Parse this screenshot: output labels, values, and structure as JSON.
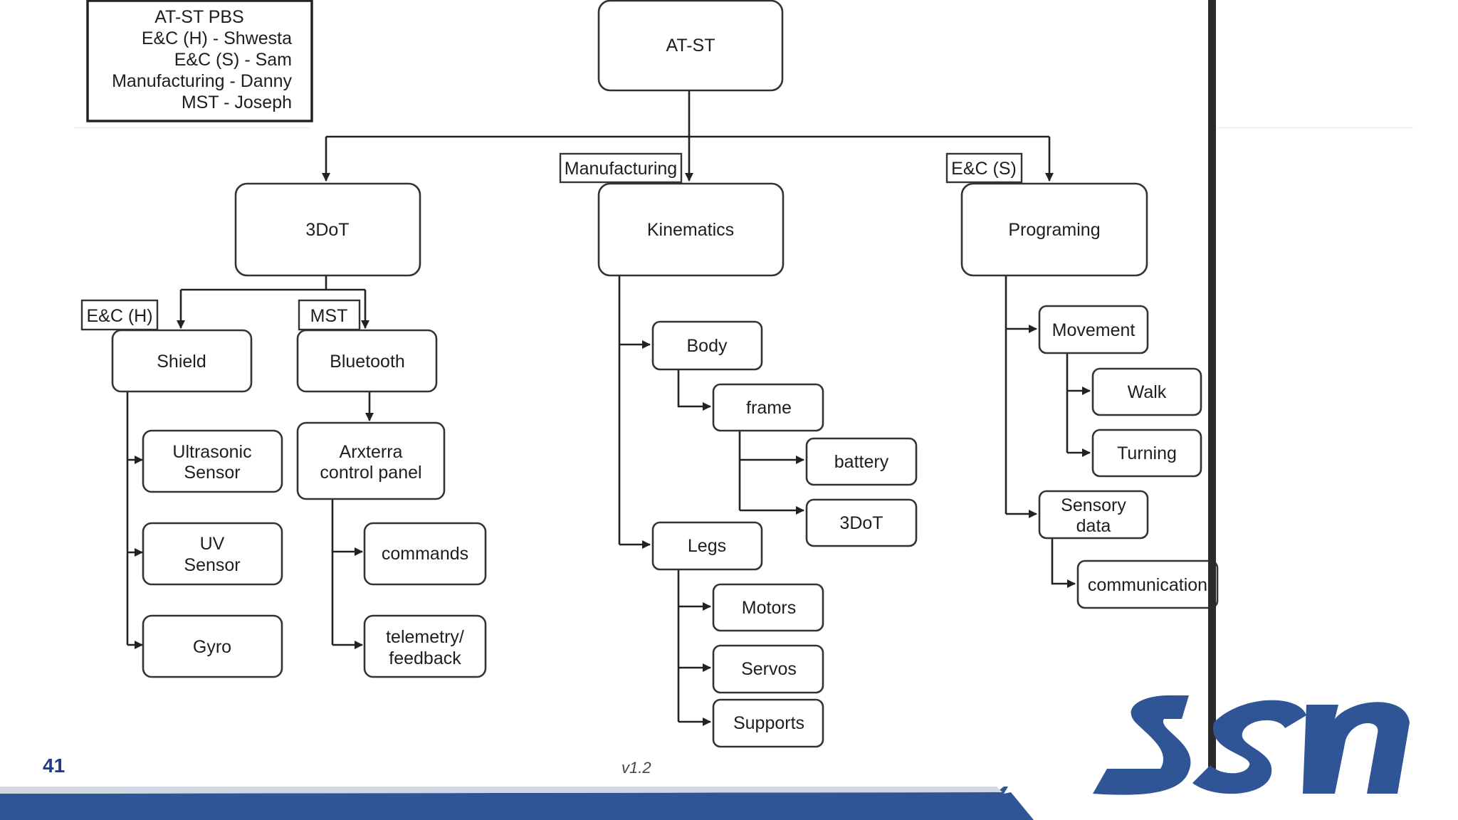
{
  "slide": {
    "page_number": "41",
    "version": "v1.2",
    "colors": {
      "brand_blue": "#2f5597",
      "page_number": "#233a85",
      "line": "#222222"
    }
  },
  "legend": {
    "lines": [
      "AT-ST PBS",
      "E&C (H) - Shwesta",
      "E&C (S) - Sam",
      "Manufacturing - Danny",
      "MST - Joseph"
    ]
  },
  "diagram": {
    "root": {
      "label": "AT-ST"
    },
    "tags": {
      "manufacturing": "Manufacturing",
      "ec_s": "E&C (S)",
      "ec_h": "E&C (H)",
      "mst": "MST"
    },
    "branches": {
      "threedot": {
        "label": "3DoT",
        "shield": {
          "label": "Shield",
          "children": [
            {
              "lines": [
                "Ultrasonic",
                "Sensor"
              ]
            },
            {
              "lines": [
                "UV",
                "Sensor"
              ]
            },
            {
              "lines": [
                "Gyro"
              ]
            }
          ]
        },
        "bluetooth": {
          "label": "Bluetooth",
          "panel": {
            "lines": [
              "Arxterra",
              "control panel"
            ]
          },
          "children": [
            {
              "lines": [
                "commands"
              ]
            },
            {
              "lines": [
                "telemetry/",
                "feedback"
              ]
            }
          ]
        }
      },
      "kinematics": {
        "label": "Kinematics",
        "body": {
          "label": "Body",
          "frame": {
            "label": "frame",
            "children": [
              "battery",
              "3DoT"
            ]
          }
        },
        "legs": {
          "label": "Legs",
          "children": [
            "Motors",
            "Servos",
            "Supports"
          ]
        }
      },
      "programing": {
        "label": "Programing",
        "movement": {
          "label": "Movement",
          "children": [
            "Walk",
            "Turning"
          ]
        },
        "sensory": {
          "lines": [
            "Sensory",
            "data"
          ],
          "children": [
            "communication"
          ]
        }
      }
    }
  }
}
